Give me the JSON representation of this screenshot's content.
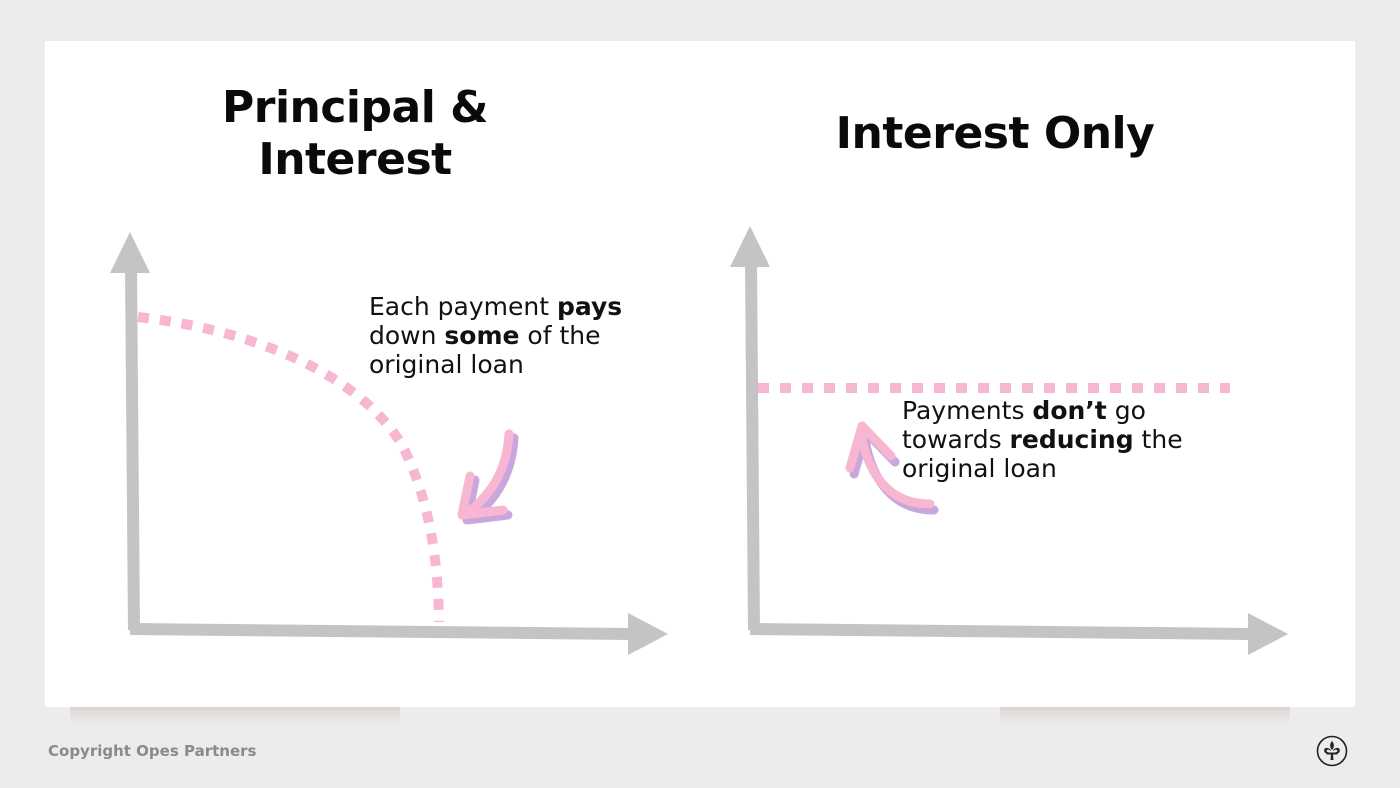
{
  "left_panel": {
    "title_line1": "Principal &",
    "title_line2": "Interest",
    "caption": {
      "t1": "Each payment ",
      "b1": "pays",
      "t2": " down ",
      "b2": "some",
      "t3": " of the original loan"
    }
  },
  "right_panel": {
    "title": "Interest Only",
    "caption": {
      "t1": "Payments ",
      "b1": "don’t",
      "t2": " go towards ",
      "b2": "reducing",
      "t3": " the original loan"
    }
  },
  "footer": {
    "copyright": "Copyright Opes Partners",
    "logo_icon": "fleur-de-lis-icon"
  },
  "colors": {
    "background": "#ececec",
    "card": "#ffffff",
    "axis": "#c4c4c4",
    "line": "#f7b6d2",
    "arrow_pink": "#f7b6d2",
    "arrow_shadow": "#c9a6dc",
    "text": "#0a0a0a"
  }
}
